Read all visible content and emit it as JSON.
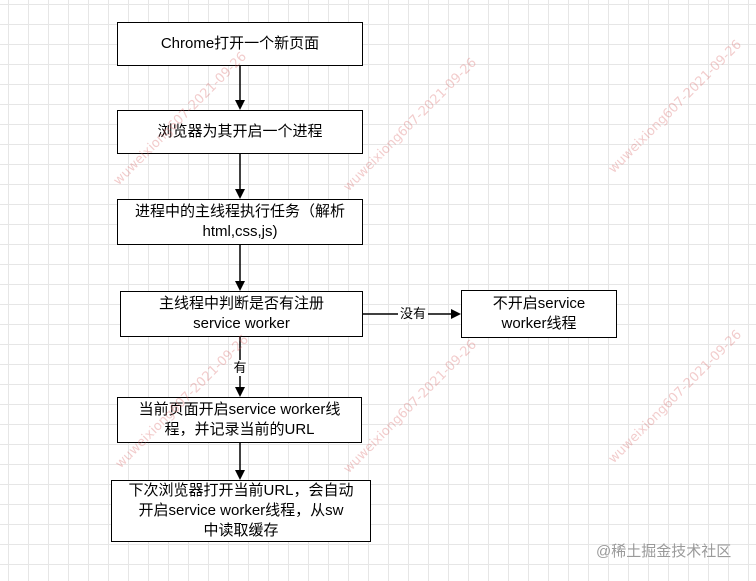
{
  "diagram": {
    "nodes": [
      {
        "lines": [
          "Chrome打开一个新页面"
        ]
      },
      {
        "lines": [
          "浏览器为其开启一个进程"
        ]
      },
      {
        "lines": [
          "进程中的主线程执行任务（解析",
          "html,css,js)"
        ]
      },
      {
        "lines": [
          "主线程中判断是否有注册",
          "service worker"
        ]
      },
      {
        "lines": [
          "不开启service",
          "worker线程"
        ]
      },
      {
        "lines": [
          "当前页面开启service worker线",
          "程，并记录当前的URL"
        ]
      },
      {
        "lines": [
          "下次浏览器打开当前URL，会自动",
          "开启service worker线程，从sw",
          "中读取缓存"
        ]
      }
    ],
    "edges": [
      {
        "from": 0,
        "to": 1
      },
      {
        "from": 1,
        "to": 2
      },
      {
        "from": 2,
        "to": 3
      },
      {
        "from": 3,
        "to": 4,
        "label": "没有"
      },
      {
        "from": 3,
        "to": 5,
        "label": "有"
      },
      {
        "from": 5,
        "to": 6
      }
    ]
  },
  "watermark": {
    "text": "wuweixiong607-2021-09-26"
  },
  "footer": {
    "credit": "@稀土掘金技术社区"
  },
  "colors": {
    "stroke": "#000000",
    "grid": "#e6e6e6",
    "watermark": "#d66060",
    "credit": "#9a9a9a",
    "background": "#ffffff"
  }
}
